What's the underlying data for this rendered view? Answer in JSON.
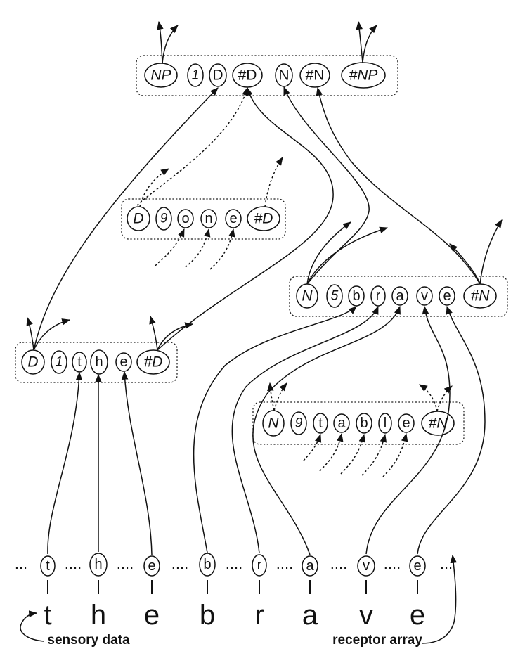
{
  "groups": {
    "np": {
      "cells": [
        "NP",
        "1",
        "D",
        "#D",
        "N",
        "#N",
        "#NP"
      ]
    },
    "done": {
      "cells": [
        "D",
        "9",
        "o",
        "n",
        "e",
        "#D"
      ]
    },
    "brave": {
      "cells": [
        "N",
        "5",
        "b",
        "r",
        "a",
        "v",
        "e",
        "#N"
      ]
    },
    "the": {
      "cells": [
        "D",
        "1",
        "t",
        "h",
        "e",
        "#D"
      ]
    },
    "table": {
      "cells": [
        "N",
        "9",
        "t",
        "a",
        "b",
        "l",
        "e",
        "#N"
      ]
    }
  },
  "sensory": {
    "receptors": [
      "t",
      "h",
      "e",
      "b",
      "r",
      "a",
      "v",
      "e"
    ],
    "separators": [
      "...",
      "....",
      "....",
      "....",
      "....",
      "....",
      "....",
      "....",
      "....",
      "..."
    ],
    "letters": [
      "t",
      "h",
      "e",
      "b",
      "r",
      "a",
      "v",
      "e"
    ]
  },
  "captions": {
    "sensory_data": "sensory data",
    "receptor_array": "receptor array"
  }
}
